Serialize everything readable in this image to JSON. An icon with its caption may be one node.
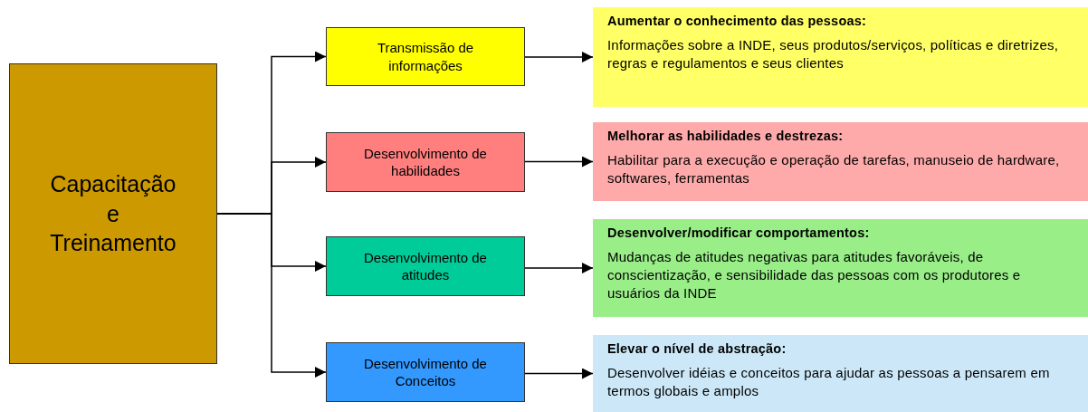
{
  "diagram": {
    "nodes": [
      {
        "text": [
          "Capacitação e Treinamento"
        ]
      },
      {
        "text": [
          "Transmissão de informações"
        ]
      },
      {
        "text": [
          "Aumentar o conhecimento das pessoas:",
          "Informações sobre a INDE, seus produtos/serviços, políticas e diretrizes, regras e regulamentos e seus clientes"
        ]
      },
      {
        "text": [
          "Desenvolvimento de habilidades"
        ]
      },
      {
        "text": [
          "Melhorar as habilidades e destrezas:",
          "Habilitar para a execução e operação de tarefas, manuseio de hardware, softwares,  ferramentas"
        ]
      },
      {
        "text": [
          "Desenvolvimento de atitudes"
        ]
      },
      {
        "text": [
          "Desenvolver/modificar comportamentos:",
          "Mudanças de atitudes negativas para atitudes favoráveis, de conscientização, e sensibilidade  das pessoas com os produtores e usuários da INDE"
        ]
      },
      {
        "text": [
          "Desenvolvimento de Conceitos"
        ]
      },
      {
        "text": [
          "Elevar o nível de abstração:",
          "Desenvolver idéias e conceitos para ajudar as pessoas a pensarem em termos globais e amplos"
        ]
      }
    ],
    "edges": [
      {
        "from": 0,
        "to": 1,
        "arrow": "to"
      },
      {
        "from": 0,
        "to": 3,
        "arrow": "to"
      },
      {
        "from": 0,
        "to": 5,
        "arrow": "to"
      },
      {
        "from": 0,
        "to": 7,
        "arrow": "to"
      },
      {
        "from": 1,
        "to": 2,
        "arrow": "to"
      },
      {
        "from": 3,
        "to": 4,
        "arrow": "to"
      },
      {
        "from": 5,
        "to": 6,
        "arrow": "to"
      },
      {
        "from": 7,
        "to": 8,
        "arrow": "to"
      }
    ]
  }
}
